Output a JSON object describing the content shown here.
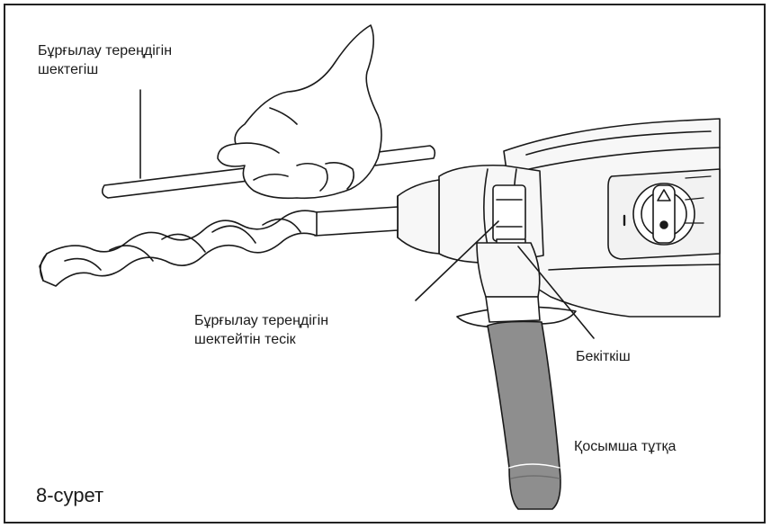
{
  "labels": {
    "depth_limiter_line1": "Бұрғылау тереңдігін",
    "depth_limiter_line2": "шектегіш",
    "depth_hole_line1": "Бұрғылау тереңдігін",
    "depth_hole_line2": "шектейтін тесік",
    "latch": "Бекіткіш",
    "aux_handle": "Қосымша тұтқа",
    "figure": "8-сурет"
  },
  "colors": {
    "stroke": "#1a1a1a",
    "drill_body": "#f7f7f7",
    "grip": "#8e8e8e",
    "grip_dark": "#6f6f6f",
    "background": "#ffffff"
  }
}
